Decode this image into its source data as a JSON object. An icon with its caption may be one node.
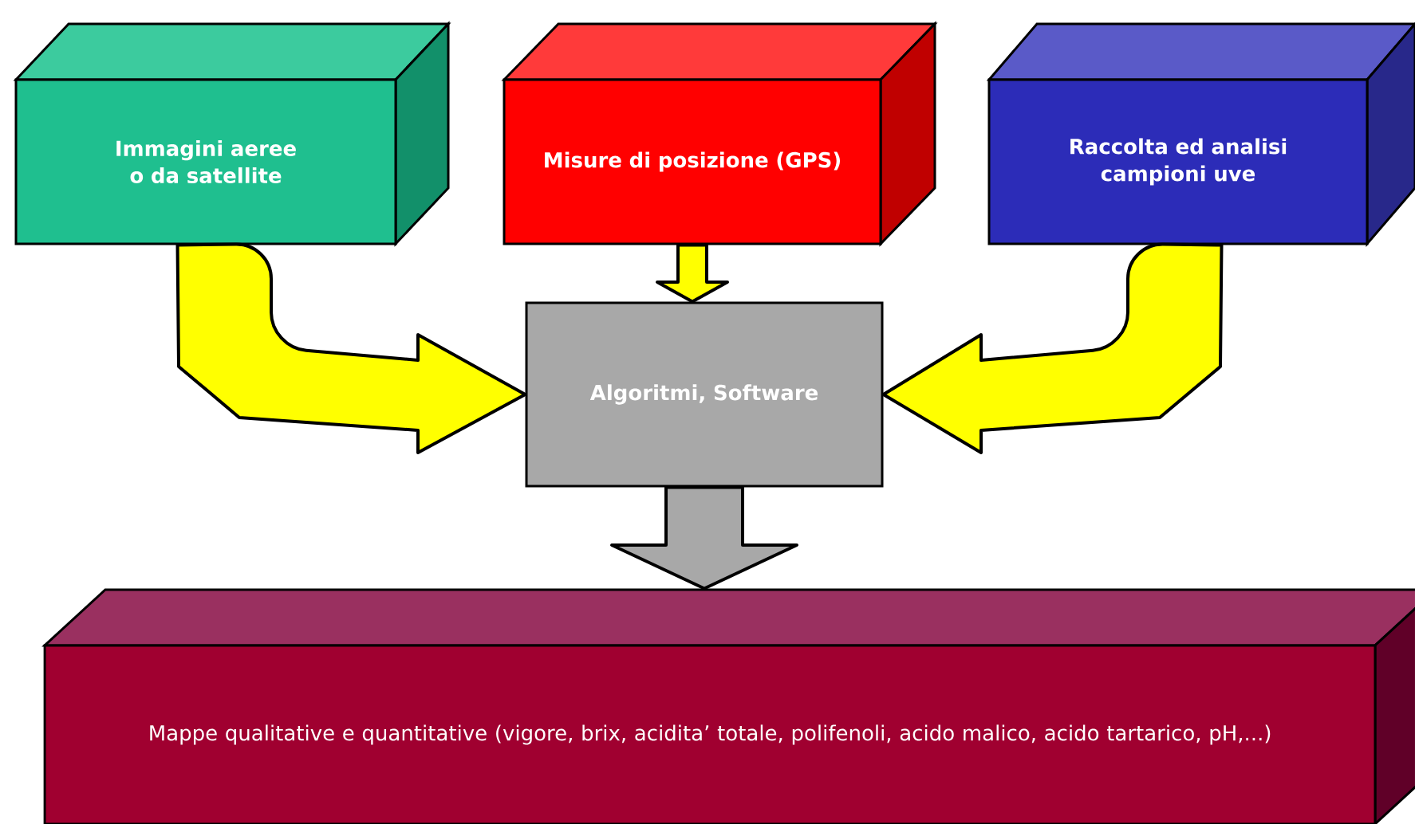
{
  "diagram": {
    "nodes": [
      {
        "text": [
          "Immagini aeree o da satellite"
        ]
      },
      {
        "text": [
          "Misure di posizione (GPS)"
        ]
      },
      {
        "text": [
          "Raccolta ed analisi campioni uve"
        ]
      },
      {
        "text": [
          "Algoritmi, Software"
        ]
      },
      {
        "text": [
          "Mappe qualitative e quantitative (vigore, brix, acidita’ totale, polifenoli, acido malico, acido tartarico, pH,...)"
        ]
      }
    ],
    "edges": [
      {
        "from": 0,
        "to": 3,
        "arrow": "to"
      },
      {
        "from": 1,
        "to": 3,
        "arrow": "to"
      },
      {
        "from": 2,
        "to": 3,
        "arrow": "to"
      },
      {
        "from": 3,
        "to": 4,
        "arrow": "to",
        "color": "#a8a8a8"
      }
    ]
  }
}
